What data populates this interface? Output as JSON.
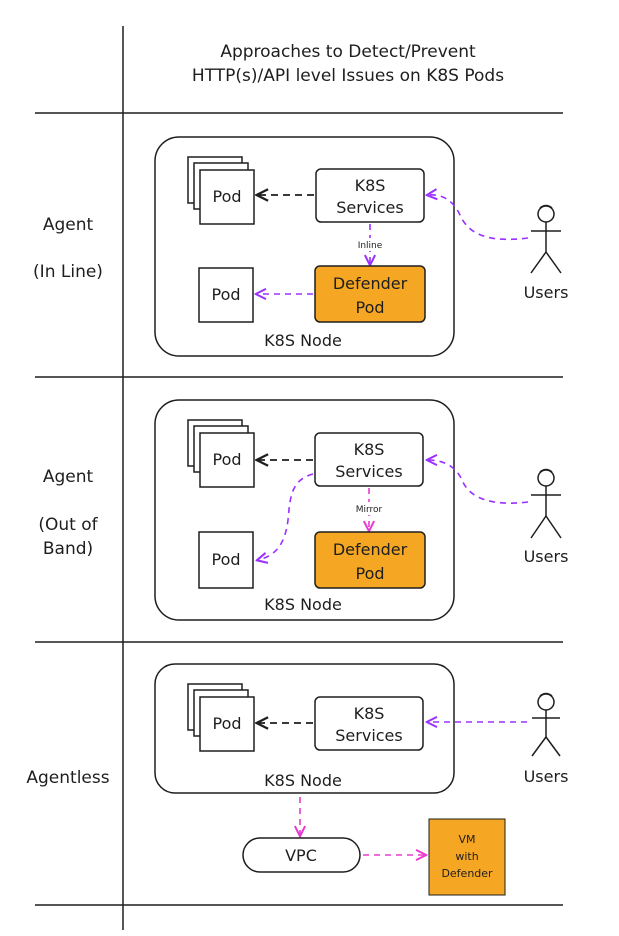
{
  "title": {
    "line1": "Approaches to Detect/Prevent",
    "line2": "HTTP(s)/API level Issues on K8S Pods"
  },
  "rows": {
    "inline": {
      "label_line1": "Agent",
      "label_line2": "(In Line)",
      "pod_top": "Pod",
      "pod_bottom": "Pod",
      "services_line1": "K8S",
      "services_line2": "Services",
      "connector_label": "Inline",
      "defender_line1": "Defender",
      "defender_line2": "Pod",
      "node_label": "K8S Node",
      "users_label": "Users"
    },
    "oob": {
      "label_line1": "Agent",
      "label_line2": "(Out of",
      "label_line3": "Band)",
      "pod_top": "Pod",
      "pod_bottom": "Pod",
      "services_line1": "K8S",
      "services_line2": "Services",
      "connector_label": "Mirror",
      "defender_line1": "Defender",
      "defender_line2": "Pod",
      "node_label": "K8S Node",
      "users_label": "Users"
    },
    "agentless": {
      "label_line1": "Agentless",
      "pod": "Pod",
      "services_line1": "K8S",
      "services_line2": "Services",
      "node_label": "K8S Node",
      "users_label": "Users",
      "vpc_label": "VPC",
      "vm_line1": "VM",
      "vm_line2": "with",
      "vm_line3": "Defender"
    }
  },
  "colors": {
    "stroke": "#1e1e1e",
    "defender_fill": "#f5a623",
    "user_arrow": "#9b30ff",
    "pink_arrow": "#e83ccf",
    "background": "#ffffff"
  }
}
